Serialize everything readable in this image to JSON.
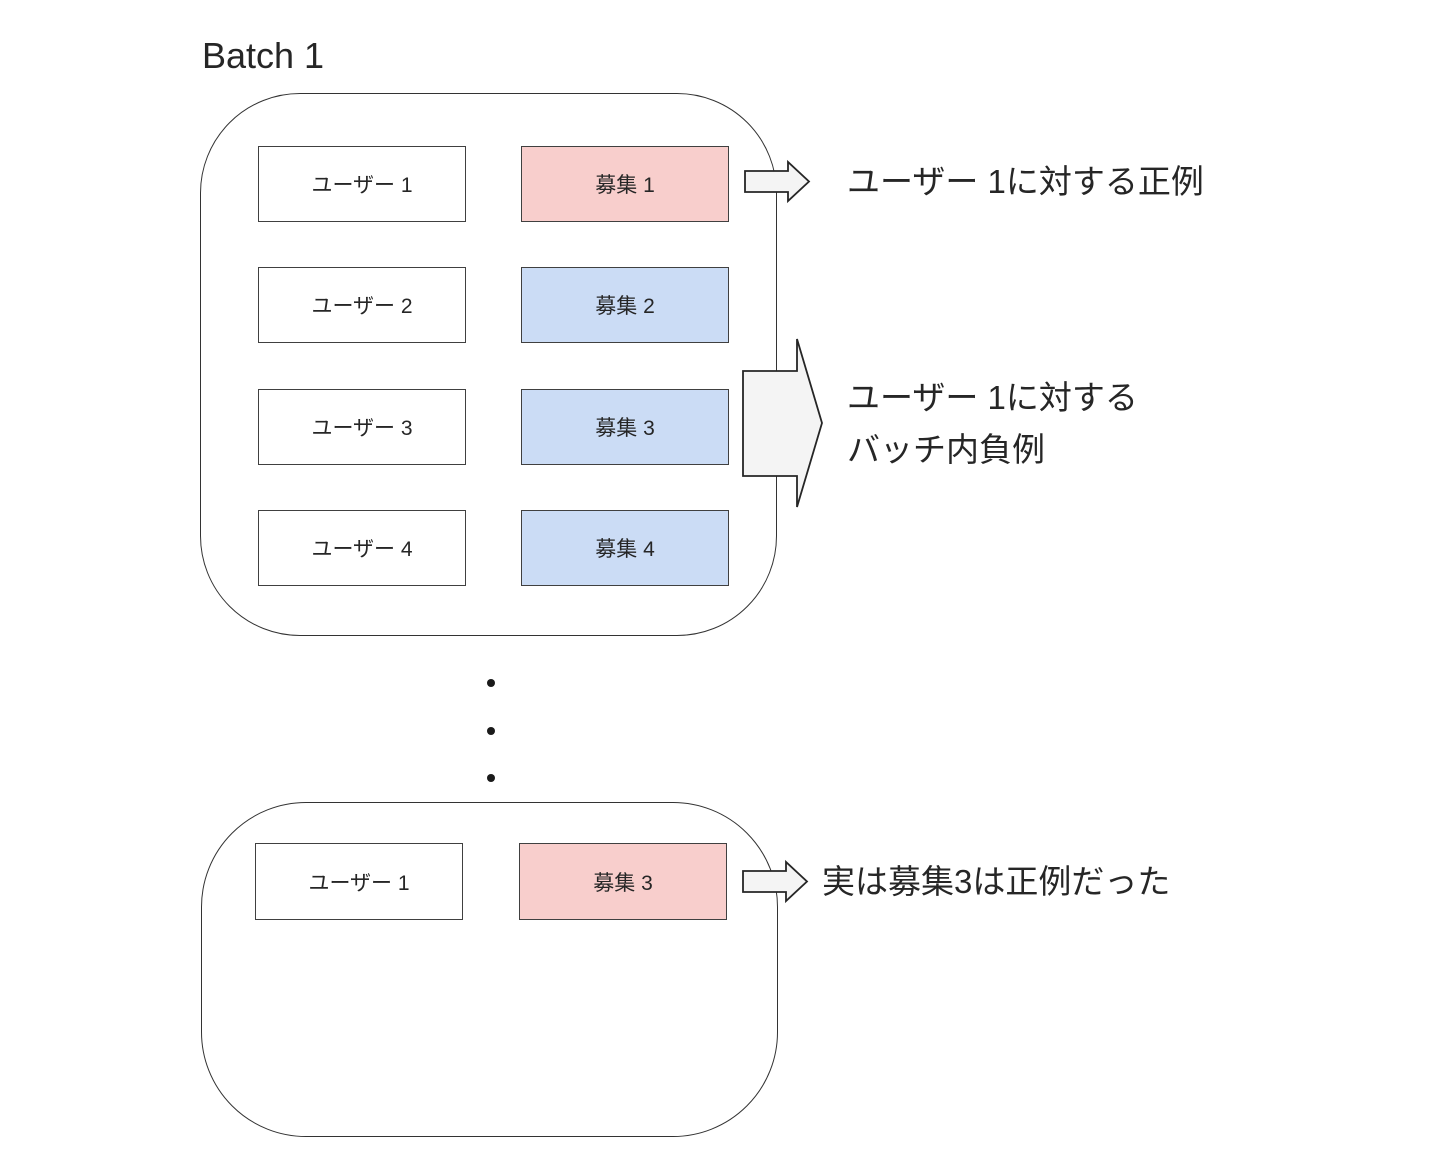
{
  "title": "Batch 1",
  "batch": {
    "rows": [
      {
        "user": "ユーザー 1",
        "item": "募集 1",
        "type": "positive"
      },
      {
        "user": "ユーザー 2",
        "item": "募集 2",
        "type": "negative"
      },
      {
        "user": "ユーザー 3",
        "item": "募集 3",
        "type": "negative"
      },
      {
        "user": "ユーザー 4",
        "item": "募集 4",
        "type": "negative"
      }
    ]
  },
  "final_batch": {
    "rows": [
      {
        "user": "ユーザー 1",
        "item": "募集 3",
        "type": "positive"
      }
    ]
  },
  "annotations": {
    "positive": "ユーザー 1に対する正例",
    "in_batch_negative_line1": "ユーザー 1に対する",
    "in_batch_negative_line2": "バッチ内負例",
    "revealed_positive": "実は募集3は正例だった"
  },
  "colors": {
    "positive_box": "#f8cecc",
    "negative_box": "#cbdcf5",
    "arrow_fill": "#f4f4f4",
    "box_border": "#404040",
    "frame_border": "#333333",
    "text": "#262626"
  }
}
